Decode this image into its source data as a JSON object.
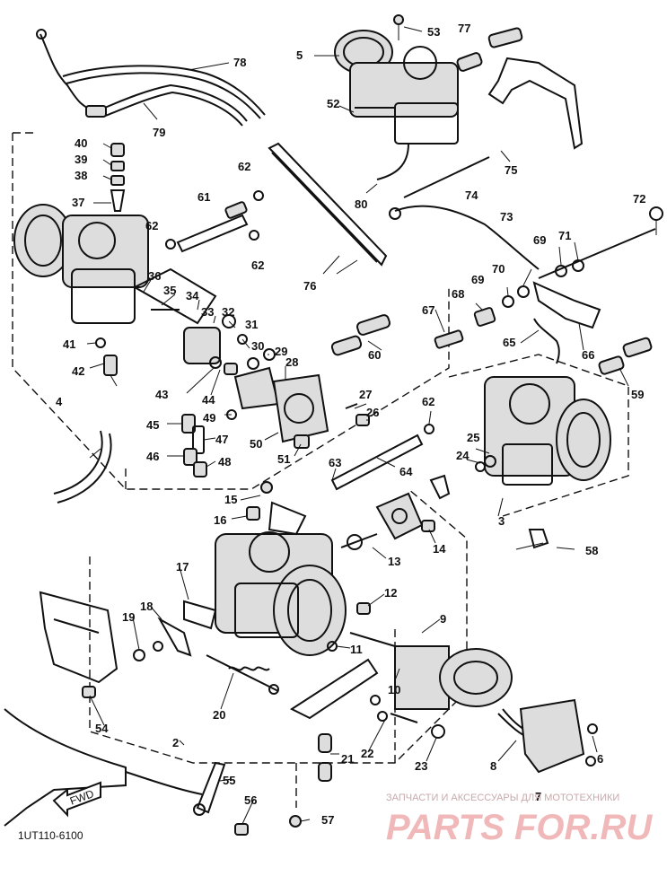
{
  "diagram": {
    "drawing_code": "1UT110-6100",
    "front_arrow_label": "FWD",
    "watermark_line1": "ЗАПЧАСТИ И АКСЕССУАРЫ ДЛЯ МОТОТЕХНИКИ",
    "watermark_line2": "PARTS FOR.RU",
    "callouts": [
      "2",
      "3",
      "4",
      "5",
      "6",
      "7",
      "8",
      "9",
      "10",
      "11",
      "12",
      "13",
      "14",
      "15",
      "16",
      "17",
      "18",
      "19",
      "20",
      "21",
      "22",
      "23",
      "24",
      "25",
      "26",
      "27",
      "28",
      "29",
      "30",
      "31",
      "32",
      "33",
      "34",
      "35",
      "36",
      "37",
      "38",
      "39",
      "40",
      "41",
      "42",
      "43",
      "44",
      "45",
      "46",
      "47",
      "48",
      "49",
      "50",
      "51",
      "52",
      "53",
      "54",
      "55",
      "56",
      "57",
      "58",
      "59",
      "60",
      "61",
      "62",
      "62",
      "62",
      "62",
      "63",
      "64",
      "65",
      "66",
      "67",
      "68",
      "69",
      "69",
      "70",
      "71",
      "72",
      "73",
      "74",
      "75",
      "76",
      "77",
      "78",
      "79",
      "80"
    ]
  }
}
